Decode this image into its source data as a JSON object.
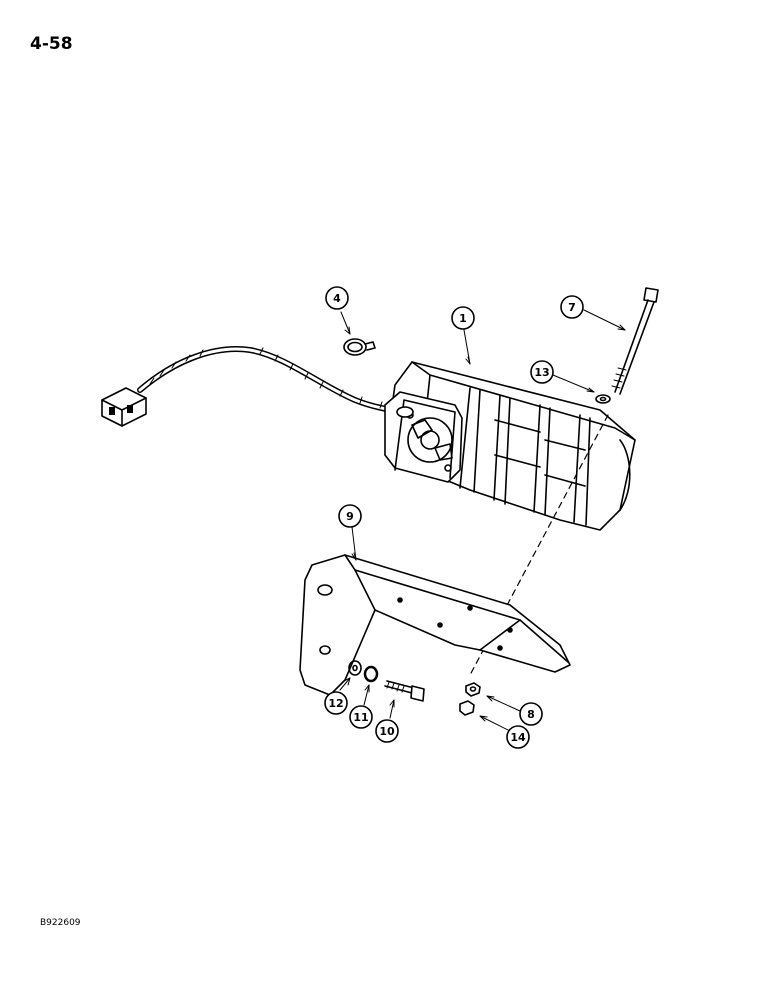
{
  "page_number": "4-58",
  "figure_id": "B922609",
  "callouts": [
    {
      "id": "callout-1",
      "label": "1"
    },
    {
      "id": "callout-4",
      "label": "4"
    },
    {
      "id": "callout-7",
      "label": "7"
    },
    {
      "id": "callout-8",
      "label": "8"
    },
    {
      "id": "callout-9",
      "label": "9"
    },
    {
      "id": "callout-10",
      "label": "10"
    },
    {
      "id": "callout-11",
      "label": "11"
    },
    {
      "id": "callout-12",
      "label": "12"
    },
    {
      "id": "callout-13",
      "label": "13"
    },
    {
      "id": "callout-14",
      "label": "14"
    }
  ]
}
